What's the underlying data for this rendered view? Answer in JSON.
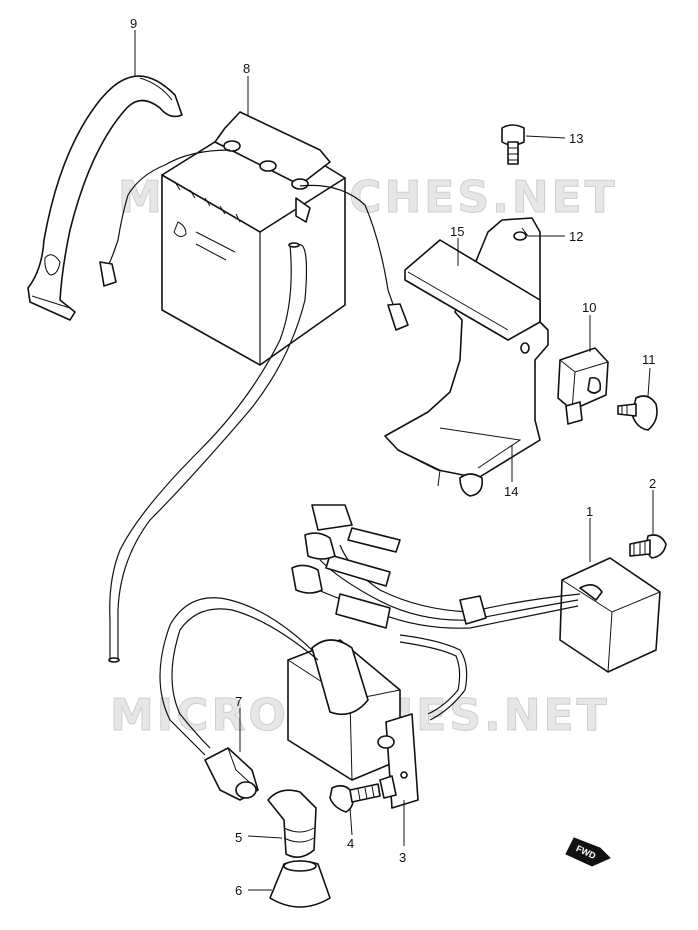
{
  "watermarks": [
    "MICROFICHES.NET",
    "MICROFICHES.NET"
  ],
  "callouts": [
    {
      "id": "1",
      "label": "1"
    },
    {
      "id": "2",
      "label": "2"
    },
    {
      "id": "3",
      "label": "3"
    },
    {
      "id": "4",
      "label": "4"
    },
    {
      "id": "5",
      "label": "5"
    },
    {
      "id": "6",
      "label": "6"
    },
    {
      "id": "7",
      "label": "7"
    },
    {
      "id": "8",
      "label": "8"
    },
    {
      "id": "9",
      "label": "9"
    },
    {
      "id": "10",
      "label": "10"
    },
    {
      "id": "11",
      "label": "11"
    },
    {
      "id": "12",
      "label": "12"
    },
    {
      "id": "13",
      "label": "13"
    },
    {
      "id": "14",
      "label": "14"
    },
    {
      "id": "15",
      "label": "15"
    }
  ],
  "fwd_label": "FWD",
  "colors": {
    "ink": "#111111",
    "watermark": "#e6e6e6",
    "background": "#ffffff"
  }
}
